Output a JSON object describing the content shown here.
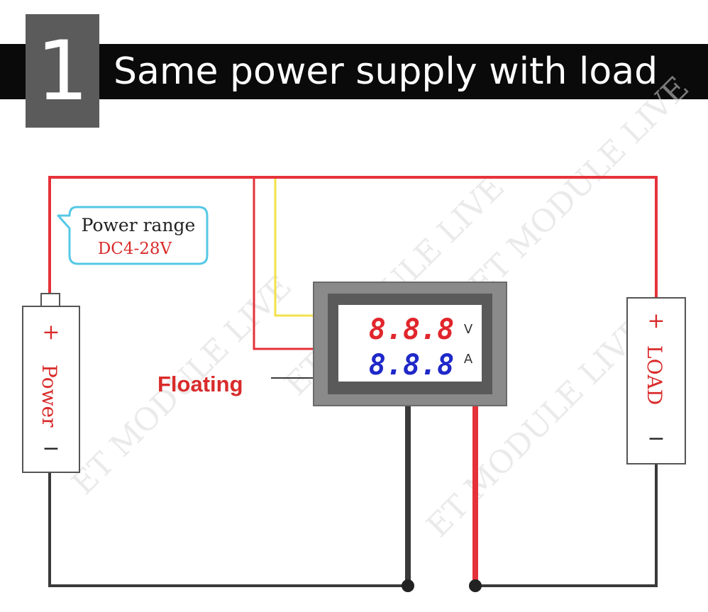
{
  "header": {
    "step_number": "1",
    "title": "Same power supply with load"
  },
  "callout": {
    "line1": "Power range",
    "line2": "DC4-28V"
  },
  "power": {
    "label": "Power",
    "plus": "+",
    "minus": "−"
  },
  "load": {
    "label": "LOAD",
    "plus": "+",
    "minus": "−"
  },
  "meter": {
    "voltage_digits": "8.8.8",
    "voltage_unit": "V",
    "current_digits": "8.8.8",
    "current_unit": "A"
  },
  "floating_label": "Floating",
  "watermark": "ET MODULE LIVE",
  "colors": {
    "wire_red": "#e5323a",
    "wire_black": "#3a3a3a",
    "wire_yellow": "#f2e24a",
    "callout_border": "#55c8e6",
    "voltage_digits": "#e0262c",
    "current_digits": "#1f28c8",
    "meter_frame": "#8a8a8a",
    "header_bar": "#0a0a0a",
    "number_box": "#5b5b5b"
  }
}
